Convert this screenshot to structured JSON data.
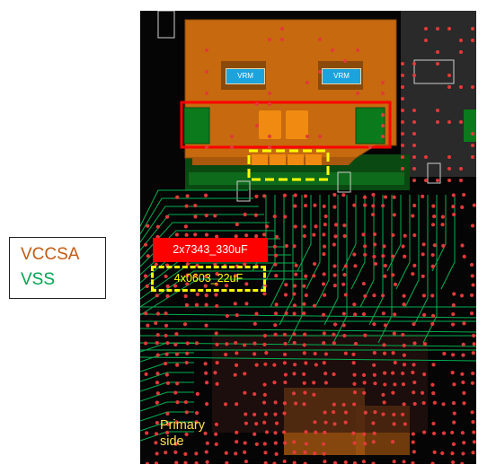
{
  "legend": {
    "vccsa_label": "VCCSA",
    "vss_label": "VSS",
    "vccsa_color": "#c55a11",
    "vss_color": "#00a651"
  },
  "board": {
    "vrm_labels": [
      "VRM",
      "VRM"
    ],
    "bulk_caps_label": "2x7343_330uF",
    "ceramic_caps_label": "4x0603_22uF",
    "side_label_line1": "Primary",
    "side_label_line2": "side",
    "highlight_red": "#ff0000",
    "highlight_yellow": "#ffff00",
    "copper_color": "#c6690f",
    "trace_color": "#00b050",
    "via_color": "#e23a3a"
  }
}
